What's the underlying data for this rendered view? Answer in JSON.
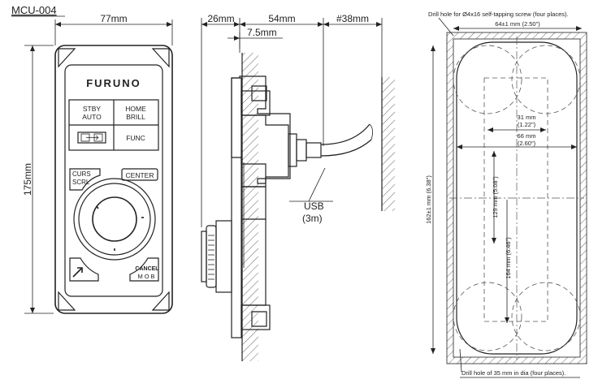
{
  "title": "MCU-004",
  "front": {
    "width_label": "77mm",
    "height_label": "175mm",
    "logo": "FURUNO",
    "buttons": {
      "stby_line1": "STBY",
      "stby_line2": "AUTO",
      "home_line1": "HOME",
      "home_line2": "BRILL",
      "func": "FUNC",
      "curs_line1": "CURS",
      "curs_line2": "SCRL",
      "center": "CENTER",
      "cancel_line1": "CANCEL",
      "cancel_line2": "MOB"
    }
  },
  "side": {
    "dim_26": "26mm",
    "dim_54": "54mm",
    "dim_38": "#38mm",
    "dim_75": "7.5mm",
    "cable_line1": "USB",
    "cable_line2": "(3m)"
  },
  "cutout": {
    "drill_top": "Drill hole for Ø4x16 self-tapping screw (four places).",
    "dim_64": "64±1 mm (2.50\")",
    "dim_31_line1": "31 mm",
    "dim_31_line2": "(1.22\")",
    "dim_66_line1": "66 mm",
    "dim_66_line2": "(2.60\")",
    "dim_129": "129 mm (5.08\")",
    "dim_162": "162±1 mm (6.38\")",
    "dim_164": "164 mm (6.46\")",
    "drill_bottom": "Drill hole of 35 mm in dia (four places)."
  }
}
